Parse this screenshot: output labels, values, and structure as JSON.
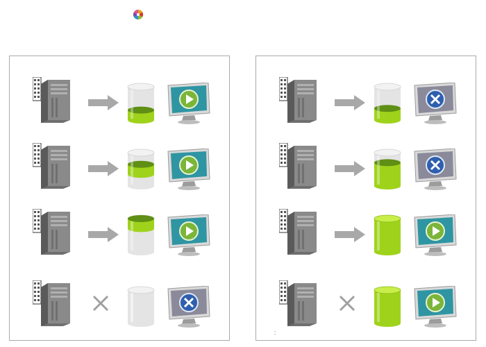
{
  "footnote": ":",
  "panels": [
    {
      "rows": [
        {
          "connection": "arrow",
          "buffer_fill": 0.3,
          "buffer_state": "partial",
          "playback": "play"
        },
        {
          "connection": "arrow",
          "buffer_fill": 0.3,
          "buffer_state": "middle",
          "playback": "play"
        },
        {
          "connection": "arrow",
          "buffer_fill": 0.3,
          "buffer_state": "top",
          "playback": "play"
        },
        {
          "connection": "cross",
          "buffer_fill": 0.0,
          "buffer_state": "empty",
          "playback": "stop"
        }
      ]
    },
    {
      "rows": [
        {
          "connection": "arrow",
          "buffer_fill": 0.35,
          "buffer_state": "partial",
          "playback": "stop"
        },
        {
          "connection": "arrow",
          "buffer_fill": 0.7,
          "buffer_state": "partial",
          "playback": "stop"
        },
        {
          "connection": "arrow",
          "buffer_fill": 1.0,
          "buffer_state": "full",
          "playback": "play"
        },
        {
          "connection": "cross",
          "buffer_fill": 1.0,
          "buffer_state": "full",
          "playback": "play"
        }
      ]
    }
  ],
  "icons": {
    "server": "media-server-icon",
    "arrow": "arrow-right-icon",
    "cross": "disconnect-x-icon",
    "buffer": "buffer-cylinder-icon",
    "play": "play-monitor-icon",
    "stop": "stopped-monitor-icon"
  },
  "colors": {
    "buffer_green": "#9fd31b",
    "buffer_green_dark": "#5f8f14",
    "glass": "#e4e4e4",
    "play_button": "#7bb53a",
    "stop_button": "#2f5fae",
    "screen_teal": "#2f95a2",
    "server_gray": "#8a8a8a",
    "arrow_gray": "#a8a8a8"
  }
}
